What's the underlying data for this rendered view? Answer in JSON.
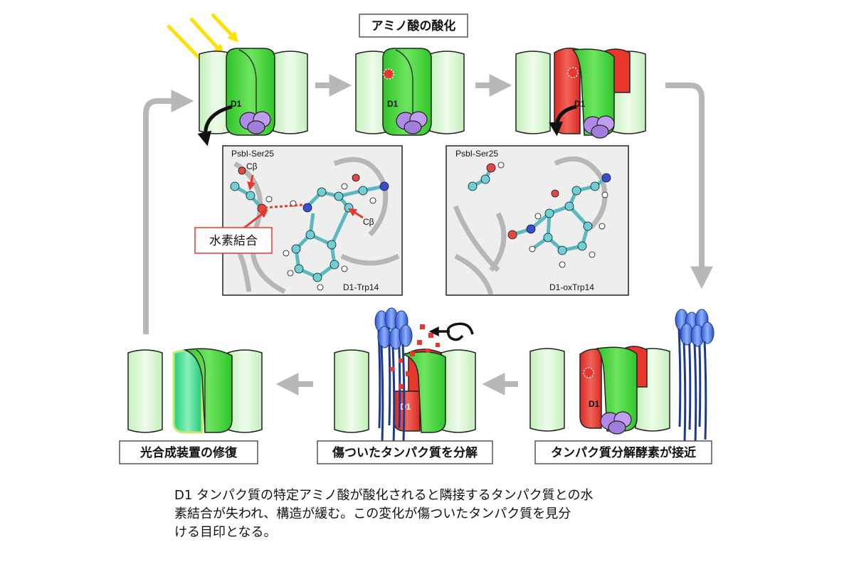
{
  "labels": {
    "oxidation": "アミノ酸の酸化",
    "protease_approach": "タンパク質分解酵素が接近",
    "degradation": "傷ついたタンパク質を分解",
    "repair": "光合成装置の修復",
    "hydrogen_bond": "水素結合"
  },
  "protein_labels": {
    "d1": "D1"
  },
  "molecule_left": {
    "residue_top": "PsbI-Ser25",
    "residue_bottom": "D1-Trp14",
    "cbeta_top": "Cβ",
    "cbeta_right": "Cβ"
  },
  "molecule_right": {
    "residue_top": "PsbI-Ser25",
    "residue_bottom": "D1-oxTrp14"
  },
  "caption": {
    "line1": "D1 タンパク質の特定アミノ酸が酸化されると隣接するタンパク質との水",
    "line2": "素結合が失われ、構造が緩む。この変化が傷ついたタンパク質を見分",
    "line3": "ける目印となる。"
  },
  "colors": {
    "light_green": "#d9f7d2",
    "d1_green": "#44d33a",
    "damaged_red": "#e8382e",
    "purple": "#b08ae8",
    "protease_blue": "#3a63d6",
    "arrow_gray": "#b7b7b7",
    "sunlight_yellow": "#ffe000"
  }
}
